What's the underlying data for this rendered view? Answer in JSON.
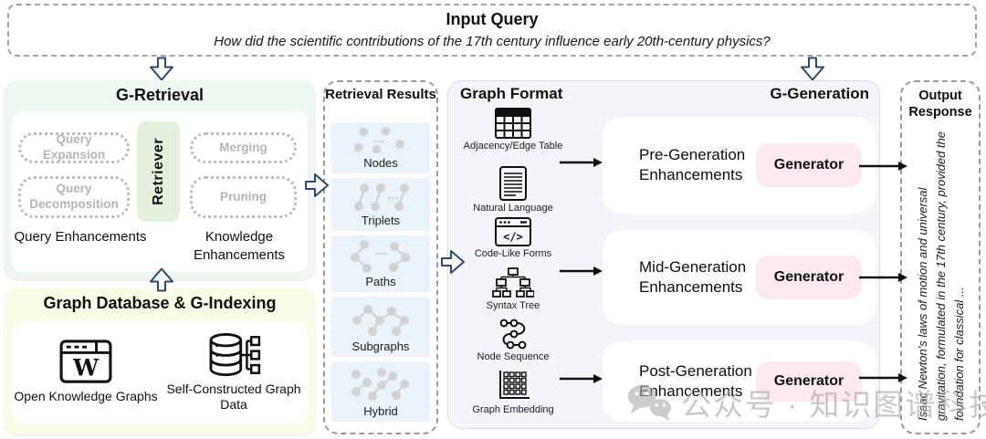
{
  "input_query": {
    "title": "Input Query",
    "question": "How did the scientific contributions of the 17th century influence early 20th-century physics?"
  },
  "g_retrieval": {
    "title": "G-Retrieval",
    "retriever_label": "Retriever",
    "query_enhancements": {
      "label": "Query Enhancements",
      "items": [
        "Query Expansion",
        "Query Decomposition"
      ]
    },
    "knowledge_enhancements": {
      "label": "Knowledge Enhancements",
      "items": [
        "Merging",
        "Pruning"
      ]
    }
  },
  "g_indexing": {
    "title": "Graph Database & G-Indexing",
    "sources": [
      {
        "icon": "wikipedia-browser-icon",
        "label": "Open Knowledge Graphs"
      },
      {
        "icon": "database-graph-icon",
        "label": "Self-Constructed Graph Data"
      }
    ]
  },
  "retrieval_results": {
    "title": "Retrieval Results",
    "items": [
      "Nodes",
      "Triplets",
      "Paths",
      "Subgraphs",
      "Hybrid"
    ]
  },
  "graph_format": {
    "title": "Graph Format",
    "formats": [
      {
        "icon": "table-icon",
        "label": "Adjacency/Edge Table"
      },
      {
        "icon": "document-icon",
        "label": "Natural Language"
      },
      {
        "icon": "code-icon",
        "label": "Code-Like Forms"
      },
      {
        "icon": "syntax-tree-icon",
        "label": "Syntax Tree"
      },
      {
        "icon": "node-sequence-icon",
        "label": "Node Sequence"
      },
      {
        "icon": "graph-embedding-icon",
        "label": "Graph Embedding"
      }
    ]
  },
  "g_generation": {
    "title": "G-Generation",
    "stages": [
      {
        "label": "Pre-Generation Enhancements",
        "generator": "Generator"
      },
      {
        "label": "Mid-Generation Enhancements",
        "generator": "Generator"
      },
      {
        "label": "Post-Generation Enhancements",
        "generator": "Generator"
      }
    ]
  },
  "output_response": {
    "title": "Output Response",
    "text": "Isaac Newton's laws of motion and universal gravitation, formulated in the 17th century, provided the foundation for classical ..."
  },
  "watermark": {
    "icon": "wechat-icon",
    "text": "公众号 · 知识图谱科技"
  },
  "colors": {
    "g_retrieval_bg": "#edf6ef",
    "retriever_bg": "#e4efdc",
    "g_indexing_bg": "#fbfce6",
    "results_tile_bg": "#e9f3f9",
    "mid_panel_bg": "#f5f4f9",
    "generator_bg": "#fbe9ef",
    "block_arrow_outline": "#2b4a73"
  }
}
